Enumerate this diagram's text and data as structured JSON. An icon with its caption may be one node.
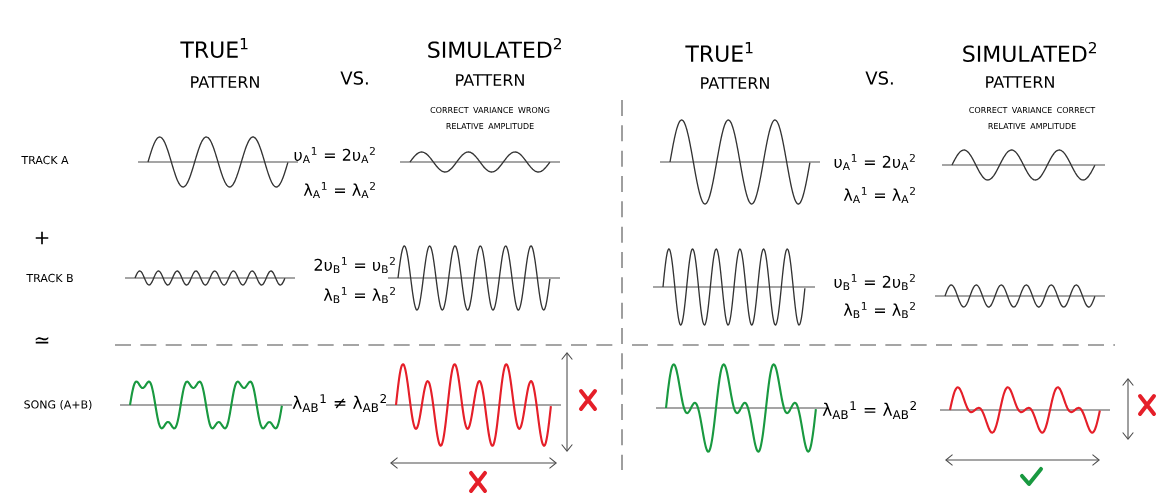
{
  "diagram": {
    "labels": [
      "TRUE$^{1}$",
      "PATTERN",
      "VS.",
      "SIMULATED$^{2}$",
      "PATTERN",
      "CORRECT VARIANCE WRONG RELATIVE AMPLITUDE",
      "TRUE$^{1}$",
      "PATTERN",
      "VS.",
      "SIMULATED$^{2}$",
      "PATTERN",
      "CORRECT VARIANCE CORRECT RELATIVE AMPLITUDE",
      "TRACK A",
      "υ$_{A}$$^{1}$ = 2υ$_{A}$$^{2}$",
      "λ$_{A}$$^{1}$ = λ$_{A}$$^{2}$",
      "υ$_{A}$$^{1}$ = 2υ$_{A}$$^{2}$",
      "λ$_{A}$$^{1}$ = λ$_{A}$$^{2}$",
      "+",
      "TRACK B",
      "2υ$_{B}$$^{1}$ = υ$_{B}$$^{2}$",
      "λ$_{B}$$^{1}$ = λ$_{B}$$^{2}$",
      "υ$_{B}$$^{1}$ = 2υ$_{B}$$^{2}$",
      "λ$_{B}$$^{1}$ = λ$_{B}$$^{2}$",
      "≃",
      "SONG (A+B)",
      "λ$_{AB}$$^{1}$ ≠ λ$_{AB}$$^{2}$",
      "λ$_{AB}$$^{1}$ = λ$_{AB}$$^{2}$"
    ]
  }
}
